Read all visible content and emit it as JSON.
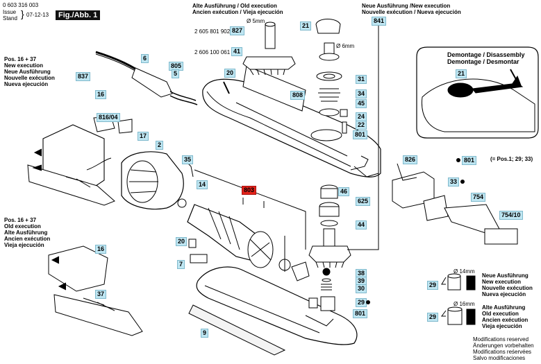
{
  "header": {
    "doc_number": "0 603 316 003",
    "issue_label_1": "Issue",
    "issue_label_2": "Stand",
    "date": "07-12-13",
    "figure_label": "Fig./Abb. 1"
  },
  "old_execution_top": {
    "lines": [
      "Alte Ausführung / Old execution",
      "Ancien exécution / Vieja ejecución"
    ],
    "ref_1": "2 605 801 902",
    "ref_2": "2 606 100 061",
    "dim": "Ø 5mm"
  },
  "new_execution_top": {
    "lines": [
      "Neue Ausführung /New execution",
      "Nouvelle exécution / Nueva ejecución"
    ],
    "dim": "Ø 6mm"
  },
  "pos_new": {
    "lines": [
      "Pos. 16 + 37",
      "New execution",
      "Neue Ausführung",
      "Nouvelle exécution",
      "Nueva ejecución"
    ]
  },
  "pos_old": {
    "lines": [
      "Pos. 16 + 37",
      "Old execution",
      "Alte Ausführung",
      "Ancien exécution",
      "Vieja ejecución"
    ]
  },
  "disassembly": {
    "lines": [
      "Demontage / Disassembly",
      "Demontage / Desmontar"
    ]
  },
  "note_801": "(= Pos.1; 29; 33)",
  "bottom_right": {
    "new_dim": "Ø 14mm",
    "new_lines": [
      "Neue Ausführung",
      "New execution",
      "Nouvelle exécution",
      "Nueva ejecución"
    ],
    "old_dim": "Ø 16mm",
    "old_lines": [
      "Alte Ausführung",
      "Old execution",
      "Ancien exécution",
      "Vieja ejecución"
    ]
  },
  "modifications": [
    "Modifications reserved",
    "Änderungen vorbehalten",
    "Modifications reśervées",
    "Salvo modificaciones"
  ],
  "tags": {
    "t6": "6",
    "t805": "805",
    "t5": "5",
    "t837": "837",
    "t16a": "16",
    "t816": "816/04",
    "t17": "17",
    "t2": "2",
    "t35": "35",
    "t14": "14",
    "t20a": "20",
    "t808": "808",
    "t827": "827",
    "t41": "41",
    "t21a": "21",
    "t841": "841",
    "t31": "31",
    "t34": "34",
    "t45": "45",
    "t24": "24",
    "t22": "22",
    "t801a": "801",
    "t803": "803",
    "t46": "46",
    "t625": "625",
    "t44": "44",
    "t38": "38",
    "t39": "39",
    "t30": "30",
    "t29a": "29",
    "t801b": "801",
    "t21b": "21",
    "t801c": "801",
    "t826": "826",
    "t33": "33",
    "t754": "754",
    "t754_10": "754/10",
    "t16b": "16",
    "t37": "37",
    "t20b": "20",
    "t7": "7",
    "t9": "9",
    "t29b": "29",
    "t29c": "29"
  }
}
